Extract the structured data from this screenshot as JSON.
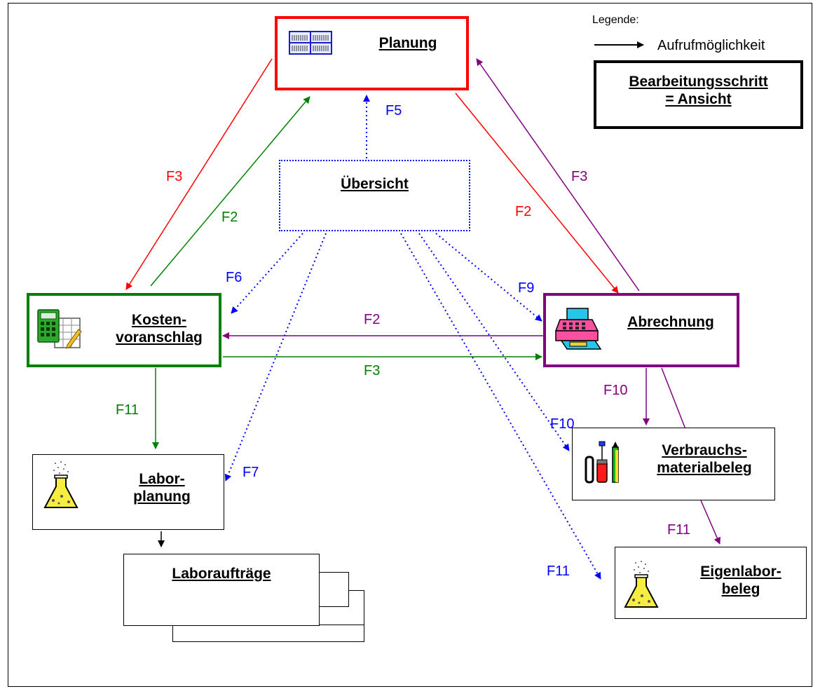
{
  "legend": {
    "title": "Legende:",
    "arrow_text": "Aufrufmöglichkeit",
    "box_text": "Bearbeitungsschritt\n= Ansicht"
  },
  "nodes": {
    "planung": "Planung",
    "uebersicht": "Übersicht",
    "kostenvoranschlag": "Kosten-\nvoranschlag",
    "abrechnung": "Abrechnung",
    "laborplanung": "Labor-\nplanung",
    "laborauftraege": "Laboraufträge",
    "verbrauchsmaterialbeleg": "Verbrauchs-\nmaterialbeleg",
    "eigenlaborbeleg": "Eigenlabor-\nbeleg"
  },
  "edges": {
    "kva_to_planung_red": "F3",
    "kva_from_planung_green": "F2",
    "uebersicht_to_planung": "F5",
    "planung_to_abrechnung_red": "F2",
    "abrechnung_to_planung_purple": "F3",
    "uebersicht_to_kva": "F6",
    "uebersicht_to_abrechnung": "F9",
    "abrechnung_to_kva": "F2",
    "kva_to_abrechnung": "F3",
    "kva_to_laborplanung": "F11",
    "uebersicht_to_laborplanung": "F7",
    "abrechnung_to_verbrauch": "F10",
    "uebersicht_to_verbrauch": "F10",
    "verbrauch_to_eigenlabor": "F11",
    "uebersicht_to_eigenlabor": "F11"
  },
  "colors": {
    "red": "#ff0000",
    "green": "#008000",
    "purple": "#800080",
    "blue": "#0000ff",
    "black": "#000000"
  },
  "icons": {
    "planung": "calendar-grid-icon",
    "kostenvoranschlag": "calculator-spreadsheet-icon",
    "abrechnung": "cash-register-icon",
    "laborplanung": "lab-flask-icon",
    "verbrauchsmaterialbeleg": "supplies-icon",
    "eigenlaborbeleg": "lab-flask-icon"
  }
}
